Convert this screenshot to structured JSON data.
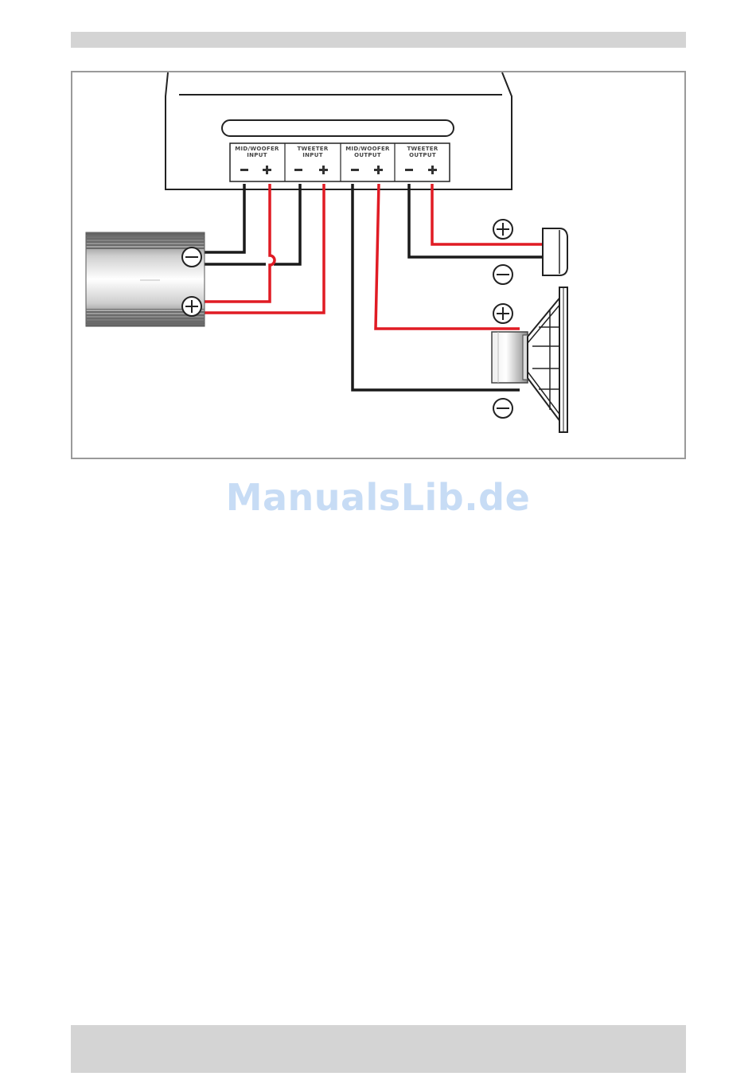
{
  "crossover": {
    "terminal_groups": [
      {
        "line1": "MID/WOOFER",
        "line2": "INPUT"
      },
      {
        "line1": "TWEETER",
        "line2": "INPUT"
      },
      {
        "line1": "MID/WOOFER",
        "line2": "OUTPUT"
      },
      {
        "line1": "TWEETER",
        "line2": "OUTPUT"
      }
    ]
  },
  "watermark": {
    "text": "ManualsLib.de"
  },
  "colors": {
    "wire_positive": "#e01b24",
    "wire_negative": "#1a1a1a",
    "frame_border": "#9a9a9a",
    "header_bar": "#d4d4d4",
    "watermark": "#c7dcf5"
  },
  "icons": {
    "positive": "plus-circle-icon",
    "negative": "minus-circle-icon",
    "tweeter": "tweeter-icon",
    "woofer": "woofer-icon",
    "amplifier": "amplifier-icon"
  }
}
